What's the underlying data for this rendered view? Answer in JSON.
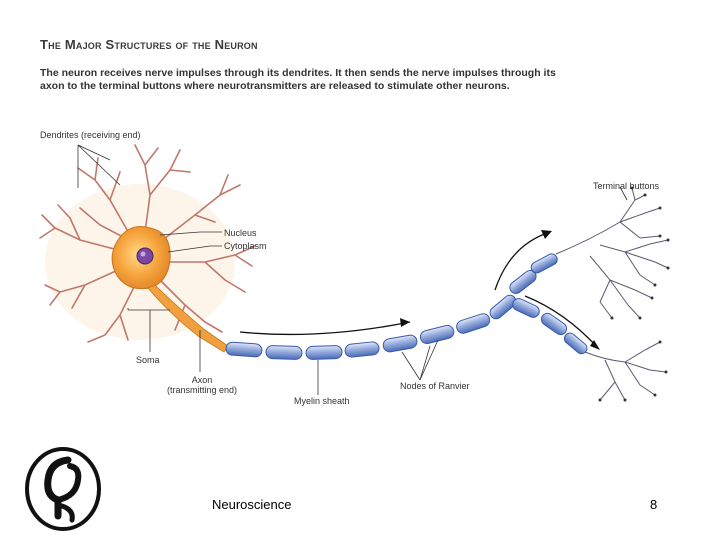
{
  "title": "The Major Structures of the Neuron",
  "caption": "The neuron receives nerve impulses through its dendrites. It then sends the nerve impulses through its axon to the terminal buttons where neurotransmitters are released to stimulate other neurons.",
  "labels": {
    "dendrites": "Dendrites (receiving end)",
    "nucleus": "Nucleus",
    "cytoplasm": "Cytoplasm",
    "terminal_buttons": "Terminal buttons",
    "soma": "Soma",
    "axon_line1": "Axon",
    "axon_line2": "(transmitting end)",
    "myelin": "Myelin sheath",
    "nodes": "Nodes of Ranvier"
  },
  "footer": {
    "course": "Neuroscience",
    "page": "8"
  },
  "colors": {
    "cell_body": "#f2a13a",
    "dendrite": "#b8746a",
    "nucleus": "#6a3a8c",
    "myelin": "#8fa6d9",
    "myelin_edge": "#3a5aa8"
  }
}
